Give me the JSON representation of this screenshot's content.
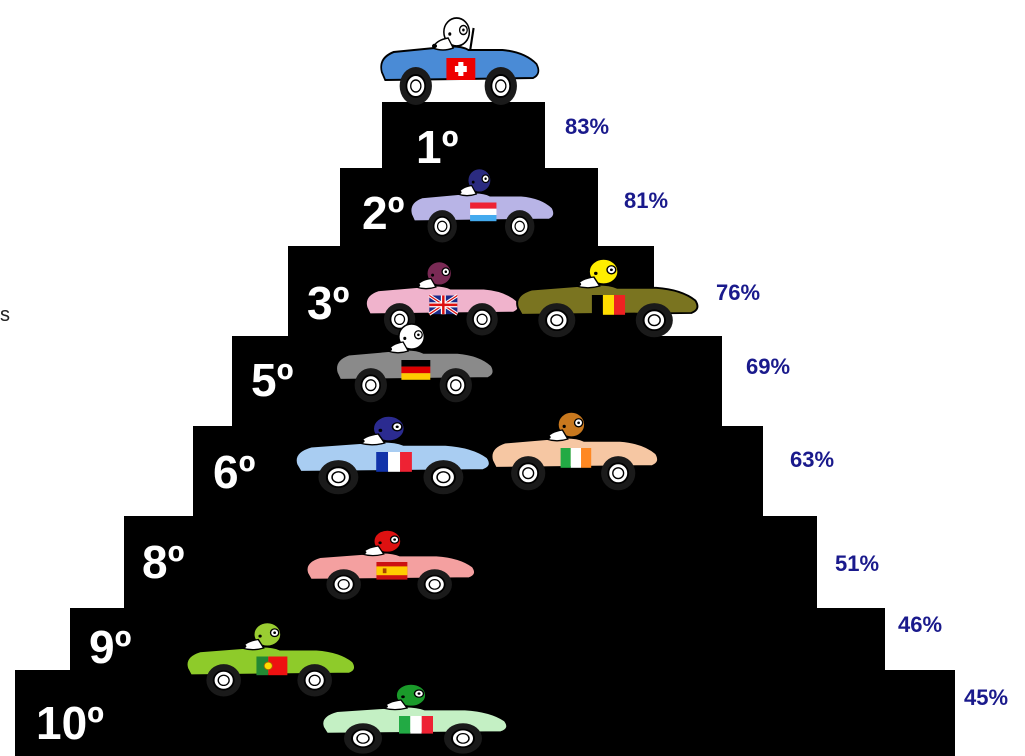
{
  "side_fragment": "s",
  "ranks": [
    "1º",
    "2º",
    "3º",
    "5º",
    "6º",
    "8º",
    "9º",
    "10º"
  ],
  "percentages": [
    "83%",
    "81%",
    "76%",
    "69%",
    "63%",
    "51%",
    "46%",
    "45%"
  ],
  "cars": [
    {
      "country": "Switzerland",
      "body": "#4a8bd6",
      "helmet": "#ffffff",
      "flag": "ch"
    },
    {
      "country": "Luxembourg",
      "body": "#b8b4e6",
      "helmet": "#2b2b80",
      "flag": "lu"
    },
    {
      "country": "United Kingdom",
      "body": "#f0b3cc",
      "helmet": "#7a2a55",
      "flag": "uk"
    },
    {
      "country": "Belgium",
      "body": "#7a7420",
      "helmet": "#ffee00",
      "flag": "be"
    },
    {
      "country": "Germany",
      "body": "#8a8a8a",
      "helmet": "#ffffff",
      "flag": "de"
    },
    {
      "country": "France",
      "body": "#a9cdf2",
      "helmet": "#2b2b90",
      "flag": "fr"
    },
    {
      "country": "Ireland",
      "body": "#f6c7a3",
      "helmet": "#c8781e",
      "flag": "ie"
    },
    {
      "country": "Spain",
      "body": "#f4a0a0",
      "helmet": "#dd1111",
      "flag": "es"
    },
    {
      "country": "Portugal",
      "body": "#8ecb2a",
      "helmet": "#9acd32",
      "flag": "pt"
    },
    {
      "country": "Italy",
      "body": "#c4f0c4",
      "helmet": "#1a9a2a",
      "flag": "it"
    }
  ]
}
